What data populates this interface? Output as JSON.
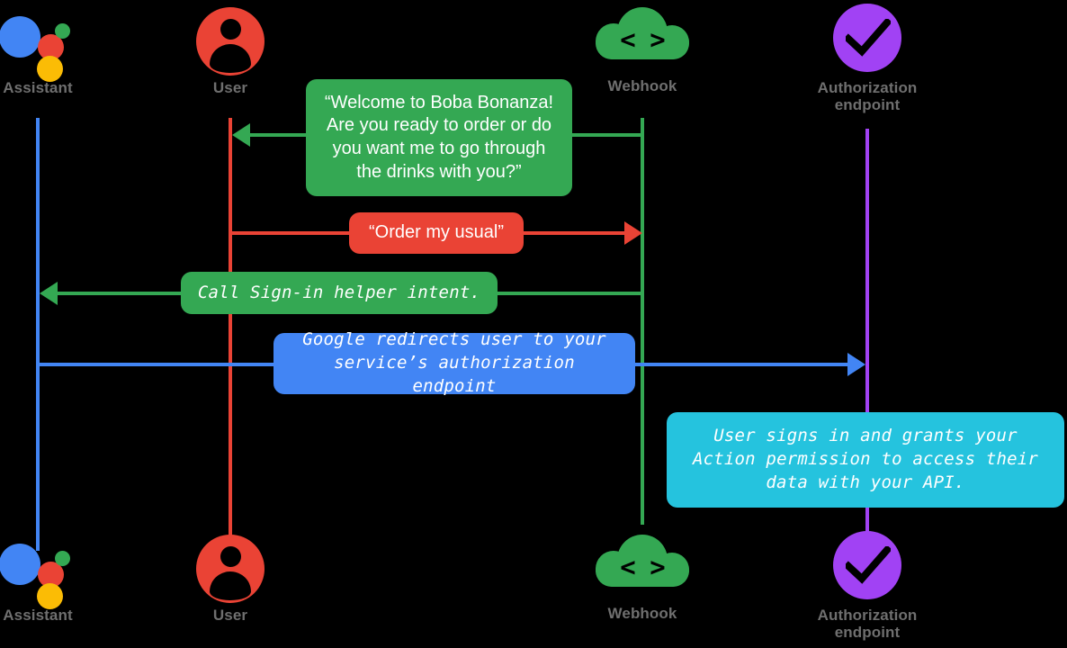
{
  "diagram": {
    "title": "Account linking sequence diagram",
    "background": "#000000",
    "colors": {
      "assistant_blue": "#4285f4",
      "user_red": "#ea4335",
      "webhook_green": "#34a853",
      "auth_purple": "#a142f4",
      "info_cyan": "#25c3de",
      "label_gray": "#6f6f6f"
    }
  },
  "actors": [
    {
      "id": "assistant",
      "label": "Assistant",
      "icon": "google-assistant-logo",
      "lifeline_color": "#4285f4"
    },
    {
      "id": "user",
      "label": "User",
      "icon": "user-avatar-icon",
      "lifeline_color": "#ea4335"
    },
    {
      "id": "webhook",
      "label": "Webhook",
      "icon": "cloud-code-icon",
      "lifeline_color": "#34a853"
    },
    {
      "id": "auth",
      "label": "Authorization\nendpoint",
      "label_line1": "Authorization",
      "label_line2": "endpoint",
      "icon": "purple-check-circle-icon",
      "lifeline_color": "#a142f4"
    }
  ],
  "messages": [
    {
      "id": "welcome",
      "text": "“Welcome to Boba Bonanza!\nAre you ready to order or do\nyou want me to go through\nthe drinks with you?”",
      "from": "webhook",
      "to": "user",
      "color": "#34a853",
      "font": "sans",
      "direction": "left"
    },
    {
      "id": "order-usual",
      "text": "“Order my usual”",
      "from": "user",
      "to": "webhook",
      "color": "#ea4335",
      "font": "sans",
      "direction": "right"
    },
    {
      "id": "signin-helper",
      "text": "Call Sign-in helper intent.",
      "from": "webhook",
      "to": "assistant",
      "color": "#34a853",
      "font": "mono",
      "direction": "left"
    },
    {
      "id": "redirect",
      "text": "Google redirects user to your\nservice’s authorization endpoint",
      "from": "assistant",
      "to": "auth",
      "color": "#4285f4",
      "font": "mono",
      "direction": "right"
    },
    {
      "id": "grant",
      "text": "User signs in and grants your\nAction permission to access their\ndata with your API.",
      "from": "auth",
      "to": "auth",
      "color": "#25c3de",
      "font": "mono",
      "direction": "note"
    }
  ]
}
